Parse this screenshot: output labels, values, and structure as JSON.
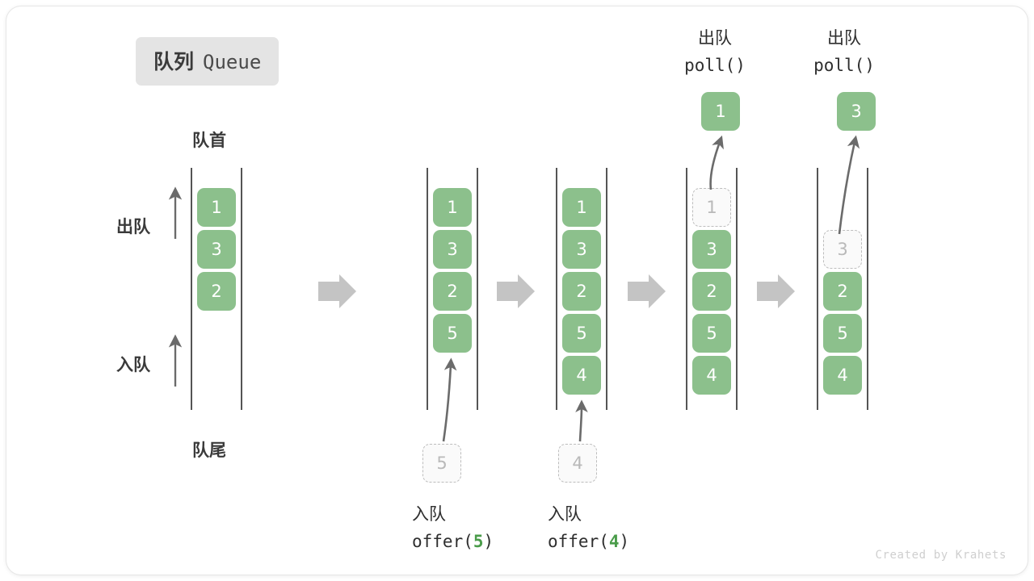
{
  "title": {
    "zh": "队列",
    "en": "Queue"
  },
  "labels": {
    "front": "队首",
    "rear": "队尾",
    "dequeue_dir": "出队",
    "enqueue_dir": "入队"
  },
  "colors": {
    "cell_fill": "#8cc08c",
    "cell_text": "#ffffff",
    "ghost_fill": "#fafafa",
    "ghost_border": "#bdbdbd",
    "ghost_text": "#b9b9b9",
    "rail": "#555555",
    "arrow": "#6b6b6b",
    "step_arrow": "#c4c4c4",
    "badge_bg": "#e4e4e4",
    "accent_green": "#4a9c4a"
  },
  "operations": {
    "enqueue_5": {
      "zh": "入队",
      "code_pre": "offer(",
      "code_arg": "5",
      "code_post": ")"
    },
    "enqueue_4": {
      "zh": "入队",
      "code_pre": "offer(",
      "code_arg": "4",
      "code_post": ")"
    },
    "dequeue_1": {
      "zh": "出队",
      "code": "poll()"
    },
    "dequeue_2": {
      "zh": "出队",
      "code": "poll()"
    }
  },
  "popped": {
    "first": "1",
    "second": "3"
  },
  "floating": {
    "enqueue_5_value": "5",
    "enqueue_4_value": "4"
  },
  "queues": [
    {
      "name": "queue-initial",
      "cells": [
        {
          "value": "1",
          "ghost": false
        },
        {
          "value": "3",
          "ghost": false
        },
        {
          "value": "2",
          "ghost": false
        }
      ]
    },
    {
      "name": "queue-after-offer-5",
      "cells": [
        {
          "value": "1",
          "ghost": false
        },
        {
          "value": "3",
          "ghost": false
        },
        {
          "value": "2",
          "ghost": false
        },
        {
          "value": "5",
          "ghost": false
        }
      ]
    },
    {
      "name": "queue-after-offer-4",
      "cells": [
        {
          "value": "1",
          "ghost": false
        },
        {
          "value": "3",
          "ghost": false
        },
        {
          "value": "2",
          "ghost": false
        },
        {
          "value": "5",
          "ghost": false
        },
        {
          "value": "4",
          "ghost": false
        }
      ]
    },
    {
      "name": "queue-during-poll-1",
      "cells": [
        {
          "value": "1",
          "ghost": true
        },
        {
          "value": "3",
          "ghost": false
        },
        {
          "value": "2",
          "ghost": false
        },
        {
          "value": "5",
          "ghost": false
        },
        {
          "value": "4",
          "ghost": false
        }
      ]
    },
    {
      "name": "queue-during-poll-2",
      "cells": [
        {
          "value": "",
          "ghost": null
        },
        {
          "value": "3",
          "ghost": true
        },
        {
          "value": "2",
          "ghost": false
        },
        {
          "value": "5",
          "ghost": false
        },
        {
          "value": "4",
          "ghost": false
        }
      ]
    }
  ],
  "watermark": "Created by Krahets"
}
